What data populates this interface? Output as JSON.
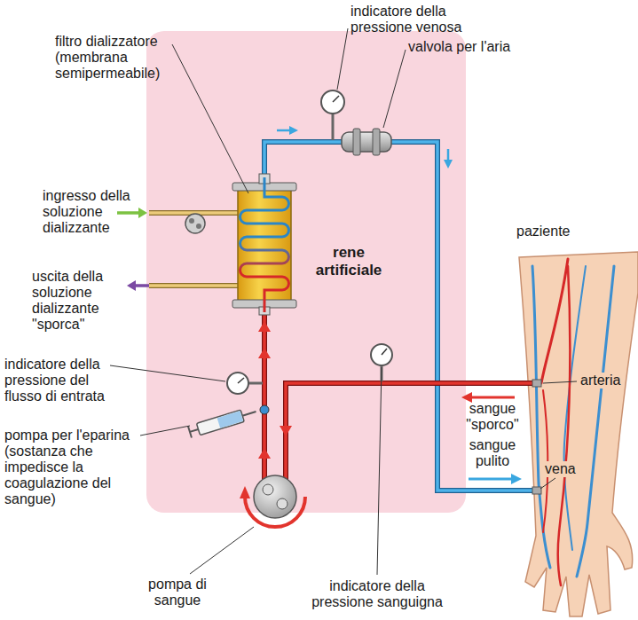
{
  "diagram": {
    "nodes": [
      {
        "text": [
          "rene artificiale"
        ]
      }
    ],
    "labels": [
      "indicatore della pressione venosa",
      "valvola per l'aria",
      "filtro dializzatore (membrana semipermeabile)",
      "ingresso della soluzione dializzante",
      "paziente",
      "uscita della soluzione dializzante \"sporca\"",
      "sangue pulito",
      "vena",
      "arteria",
      "indicatore della pressione del flusso di entrata",
      "sangue \"sporco\"",
      "pompa per l'eparina (sostanza che impedisce la coagulazione del sangue)",
      "pompa di sangue",
      "indicatore della pressione sanguigna"
    ]
  }
}
